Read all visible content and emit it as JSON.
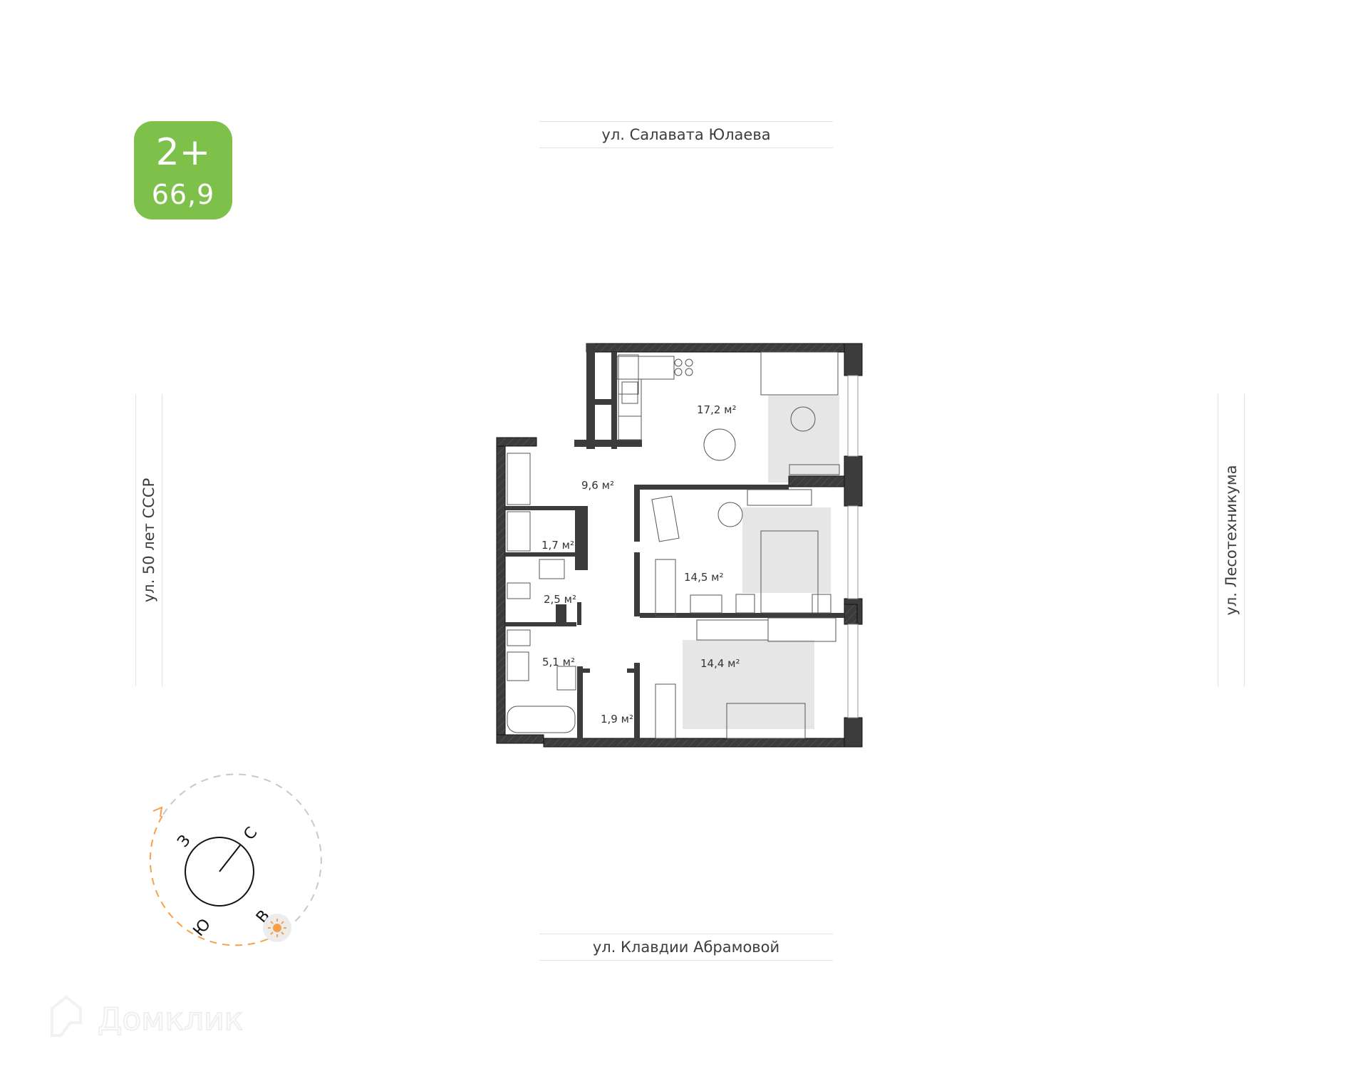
{
  "badge": {
    "rooms": "2+",
    "area": "66,9",
    "color": "#7dc14a"
  },
  "streets": {
    "north": "ул. Салавата Юлаева",
    "south": "ул. Клавдии Абрамовой",
    "west": "ул. 50 лет СССР",
    "east": "ул. Лесотехникума"
  },
  "rooms": [
    {
      "name": "kitchen-living",
      "area": "17,2 м²"
    },
    {
      "name": "hallway",
      "area": "9,6 м²"
    },
    {
      "name": "closet",
      "area": "1,7 м²"
    },
    {
      "name": "toilet",
      "area": "2,5 м²"
    },
    {
      "name": "bathroom",
      "area": "5,1 м²"
    },
    {
      "name": "storage",
      "area": "1,9 м²"
    },
    {
      "name": "bedroom-1",
      "area": "14,5 м²"
    },
    {
      "name": "bedroom-2",
      "area": "14,4 м²"
    }
  ],
  "compass": {
    "north": "С",
    "east": "В",
    "south": "Ю",
    "west": "З",
    "sun_color": "#f5a048"
  },
  "watermark": "Домклик"
}
